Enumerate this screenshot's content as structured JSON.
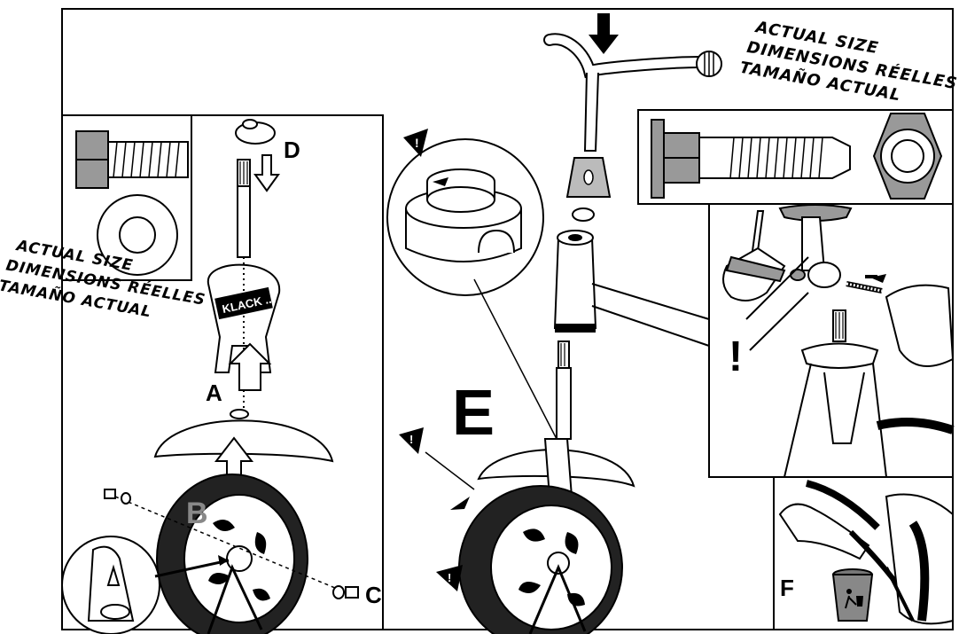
{
  "size_notice": {
    "left": [
      "ACTUAL SIZE",
      "DIMENSIONS RÉELLES",
      "TAMAÑO ACTUAL"
    ],
    "right": [
      "ACTUAL SIZE",
      "DIMENSIONS RÉELLES",
      "TAMAÑO ACTUAL"
    ]
  },
  "callouts": {
    "click": "KLACK ..."
  },
  "step_labels": {
    "a": "A",
    "b": "B",
    "c": "C",
    "d": "D",
    "e": "E",
    "f": "F"
  },
  "warning_mark": "!",
  "icons": [
    "warning-icon",
    "down-arrow-icon",
    "trash-can-icon",
    "hex-bolt-icon",
    "washer-icon",
    "hex-nut-icon"
  ]
}
